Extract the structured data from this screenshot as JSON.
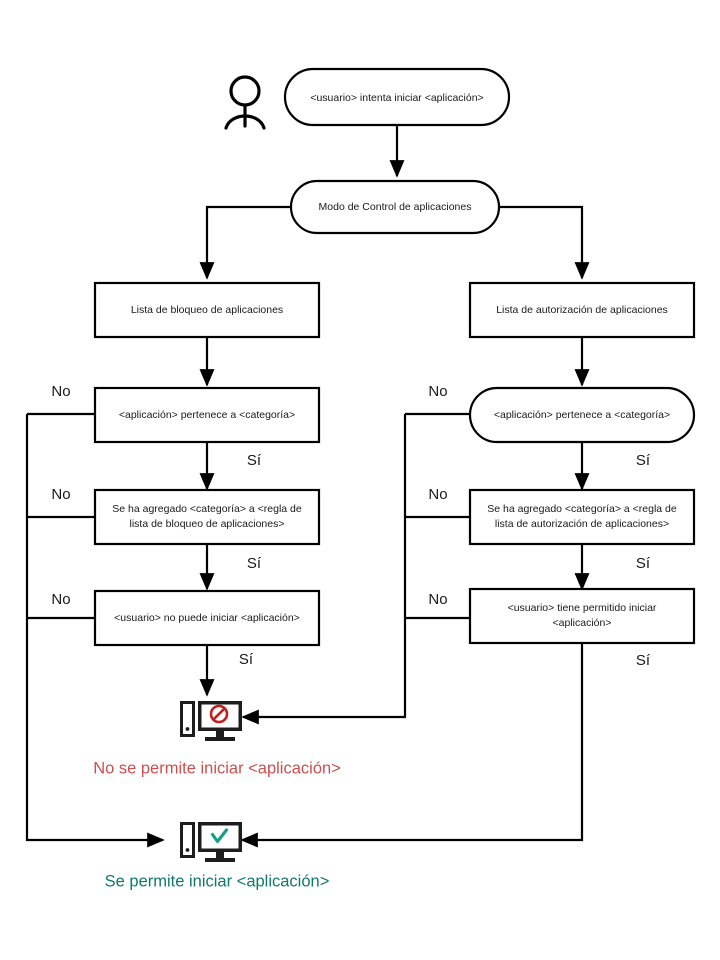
{
  "diagram": {
    "title": "Modo de Control de aplicaciones",
    "actor": {
      "name": "usuario-actor"
    },
    "nodes": {
      "start": {
        "label": "<usuario> intenta iniciar <aplicación>",
        "shape": "stadium"
      },
      "mode": {
        "label": "Modo de Control de aplicaciones",
        "shape": "stadium"
      },
      "denylist": {
        "label": "Lista de bloqueo de aplicaciones",
        "shape": "rect"
      },
      "allowlist": {
        "label": "Lista de autorización de aplicaciones",
        "shape": "rect"
      },
      "deny_category": {
        "label": "<aplicación> pertenece a <categoría>",
        "shape": "rect"
      },
      "allow_category": {
        "label": "<aplicación> pertenece a <categoría>",
        "shape": "stadium"
      },
      "deny_rule_line1": "Se ha agregado  <categoría> a <regla de",
      "deny_rule_line2": "lista de bloqueo de aplicaciones>",
      "allow_rule_line1": "Se ha agregado <categoría> a <regla de",
      "allow_rule_line2": "lista de autorización de aplicaciones>",
      "deny_result": {
        "label": "<usuario> no puede iniciar <aplicación>",
        "shape": "rect"
      },
      "allow_result_line1": "<usuario> tiene permitido iniciar",
      "allow_result_line2": "<aplicación>"
    },
    "edge_labels": {
      "no": "No",
      "yes": "Sí"
    },
    "branches": {
      "left_no_1": "No",
      "left_no_2": "No",
      "left_no_3": "No",
      "left_yes_1": "Sí",
      "left_yes_2": "Sí",
      "left_yes_3": "Sí",
      "right_no_1": "No",
      "right_no_2": "No",
      "right_no_3": "No",
      "right_yes_1": "Sí",
      "right_yes_2": "Sí",
      "right_yes_3": "Sí"
    },
    "outcomes": {
      "denied": {
        "caption": "No se permite iniciar <aplicación>",
        "color": "#c9514f",
        "icon": "computer-denied-icon"
      },
      "allowed": {
        "caption": "Se permite iniciar <aplicación>",
        "color": "#0f7a6b",
        "icon": "computer-allowed-icon"
      }
    }
  }
}
